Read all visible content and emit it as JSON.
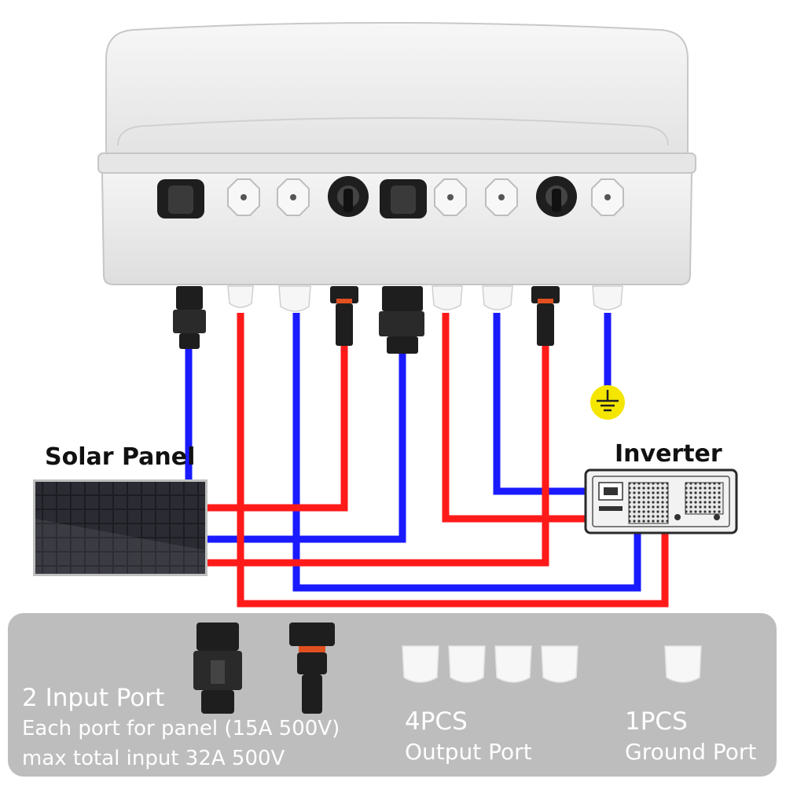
{
  "labels": {
    "solar_panel": "Solar Panel",
    "inverter": "Inverter"
  },
  "info": {
    "input_title": "2 Input Port",
    "input_line1": "Each port for panel (15A 500V)",
    "input_line2": "max total input 32A 500V",
    "output_count": "4PCS",
    "output_label": "Output Port",
    "ground_count": "1PCS",
    "ground_label": "Ground Port"
  },
  "colors": {
    "positive_wire": "#ff1a1a",
    "negative_wire": "#1a1aff",
    "ground_symbol": "#f5e600",
    "enclosure": "#ececec",
    "info_panel": "#bdbdbd"
  },
  "icons": {
    "ground": "ground-symbol-icon",
    "mc4": "mc4-connector-icon",
    "gland": "cable-gland-icon"
  }
}
